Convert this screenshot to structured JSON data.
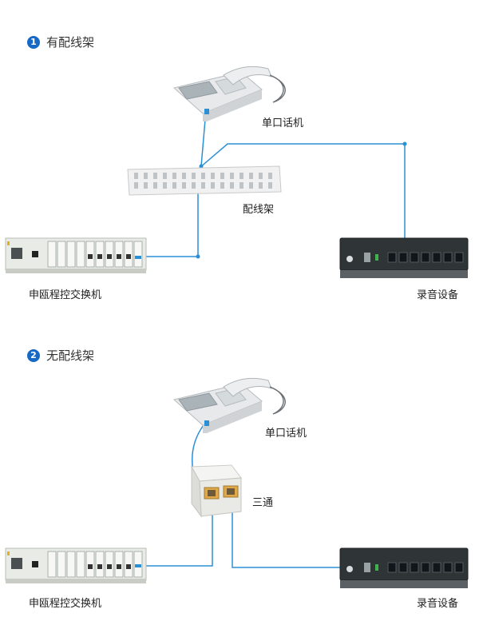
{
  "section1": {
    "number": "1",
    "title": "有配线架"
  },
  "section2": {
    "number": "2",
    "title": "无配线架"
  },
  "labels": {
    "phone": "单口话机",
    "patch_panel": "配线架",
    "pbx": "申瓯程控交换机",
    "recorder": "录音设备",
    "splitter": "三通"
  },
  "colors": {
    "badge": "#1769c5",
    "wire": "#2b8fd6"
  },
  "icons": [
    "desk-phone-icon",
    "patch-panel-icon",
    "pbx-switch-icon",
    "voice-recorder-icon",
    "rj11-splitter-icon"
  ]
}
